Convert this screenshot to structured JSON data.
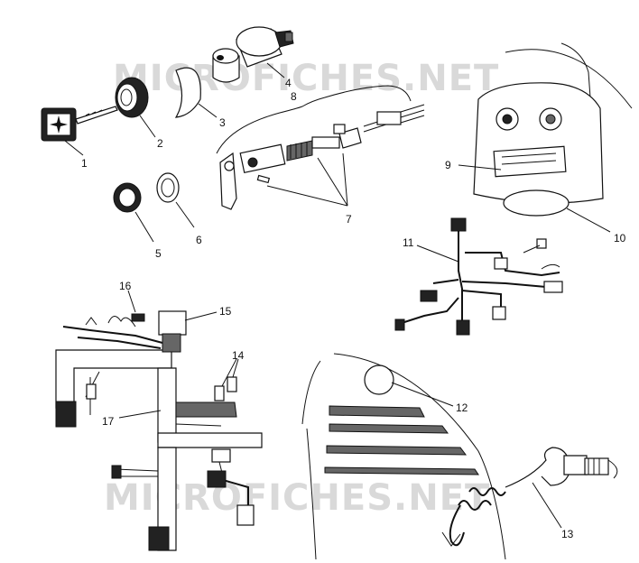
{
  "watermark": {
    "top": "MICROFICHES.NET",
    "bottom": "MICROFICHES.NET"
  },
  "callouts": {
    "c1": "1",
    "c2": "2",
    "c3": "3",
    "c4": "4",
    "c5": "5",
    "c6": "6",
    "c7": "7",
    "c8": "8",
    "c9": "9",
    "c10": "10",
    "c11": "11",
    "c12": "12",
    "c13": "13",
    "c14": "14",
    "c15": "15",
    "c16": "16",
    "c17": "17"
  },
  "colors": {
    "ink": "#111111",
    "watermark": "#d9d9d9",
    "paper": "#ffffff"
  }
}
